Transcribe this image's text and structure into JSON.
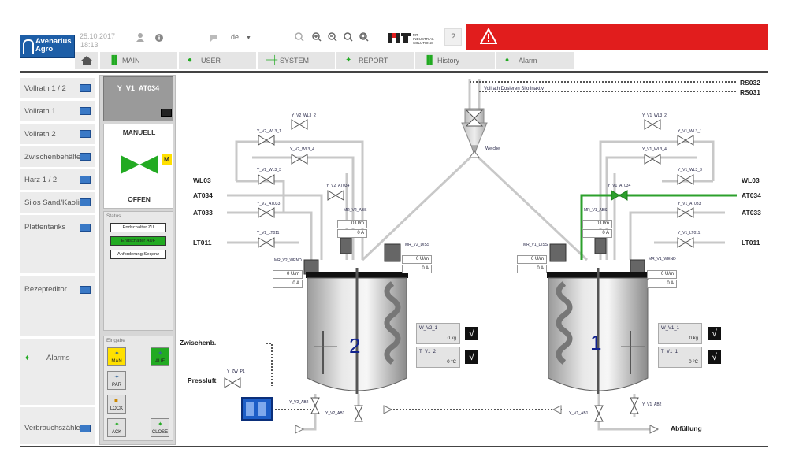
{
  "header": {
    "logo_line1": "Avenarius",
    "logo_line2": "Agro",
    "date": "25.10.2017",
    "time": "18:13",
    "language": "de",
    "help_label": "?",
    "brand_text": "MT INDUSTRIAL SOLUTIONS",
    "colors": {
      "alarm": "#e11d1d",
      "brand": "#1d5ea7",
      "active_green": "#22aa22"
    }
  },
  "tabs": [
    {
      "label": "MAIN",
      "icon": "bar-chart-icon"
    },
    {
      "label": "USER",
      "icon": "user-icon"
    },
    {
      "label": "SYSTEM",
      "icon": "sliders-icon"
    },
    {
      "label": "REPORT",
      "icon": "gear-icon"
    },
    {
      "label": "History",
      "icon": "bar-chart-icon"
    },
    {
      "label": "Alarm",
      "icon": "bell-icon"
    }
  ],
  "sidebar": {
    "items": [
      {
        "label": "Vollrath 1 / 2"
      },
      {
        "label": "Vollrath 1"
      },
      {
        "label": "Vollrath 2"
      },
      {
        "label": "Zwischenbehälter"
      },
      {
        "label": "Harz 1 / 2"
      },
      {
        "label": "Silos Sand/Kaolin"
      },
      {
        "label": "Plattentanks"
      },
      {
        "label": "Rezepteditor"
      },
      {
        "label": "Alarms"
      },
      {
        "label": "Verbrauchszähler"
      }
    ]
  },
  "panel": {
    "title": "Y_V1_AT034",
    "mode": "MANUELL",
    "mode_badge": "M",
    "state": "OFFEN",
    "status_label": "Status",
    "status_buttons": [
      "Endschalter ZU",
      "Endschalter AUF",
      "Anforderung Seqenz"
    ],
    "input_label": "Eingabe",
    "input_buttons": {
      "man": "MAN",
      "auf": "AUF",
      "par": "PAR",
      "lock": "LOCK",
      "ack": "ACK",
      "close": "CLOSE"
    }
  },
  "diagram": {
    "tank2_label": "2",
    "tank1_label": "1",
    "weiche_label": "Weiche",
    "silo_note": "Vollrath Dosieren Silo inaktiv",
    "signals_left": [
      "WL03",
      "AT034",
      "AT033",
      "LT011"
    ],
    "signals_right": [
      "WL03",
      "AT034",
      "AT033",
      "LT011"
    ],
    "rs": [
      "RS032",
      "RS031"
    ],
    "zwischen": "Zwischenb.",
    "pressluft": "Pressluft",
    "abfuellung": "Abfüllung",
    "valves_left": [
      "Y_V2_WL3_2",
      "Y_V2_WL3_1",
      "Y_V2_WL3_4",
      "Y_V2_WL3_3",
      "Y_V2_AT034",
      "Y_V2_AT033",
      "Y_V2_LT011",
      "Y_V2_AB2",
      "Y_V2_AB1",
      "Y_ZW_P1"
    ],
    "valves_right": [
      "Y_V1_WL3_2",
      "Y_V1_WL3_1",
      "Y_V1_WL3_4",
      "Y_V1_WL3_3",
      "Y_V1_AT034",
      "Y_V1_AT033",
      "Y_V1_LT011",
      "Y_V1_AB2",
      "Y_V1_AB1"
    ],
    "motors": {
      "mr_v2_abs": {
        "name": "MR_V2_ABS",
        "speed": "0 U/m",
        "current": "0 A"
      },
      "mr_v2_dis": {
        "name": "MR_V2_DISS",
        "speed": "0 U/m",
        "current": "0 A"
      },
      "mr_v2_wend": {
        "name": "MR_V2_WEND",
        "speed": "0 U/m",
        "current": "0 A"
      },
      "mr_v1_abs": {
        "name": "MR_V1_ABS",
        "speed": "0 U/m",
        "current": "0 A"
      },
      "mr_v1_dis": {
        "name": "MR_V1_DISS",
        "speed": "0 U/m",
        "current": "0 A"
      },
      "mr_v1_wend": {
        "name": "MR_V1_WEND",
        "speed": "0 U/m",
        "current": "0 A"
      }
    },
    "measures": {
      "w_v2": {
        "name": "W_V2_1",
        "value": "0 kg"
      },
      "t_v2": {
        "name": "T_V1_2",
        "value": "0 °C"
      },
      "w_v1": {
        "name": "W_V1_1",
        "value": "0 kg"
      },
      "t_v1": {
        "name": "T_V1_1",
        "value": "0 °C"
      }
    }
  }
}
